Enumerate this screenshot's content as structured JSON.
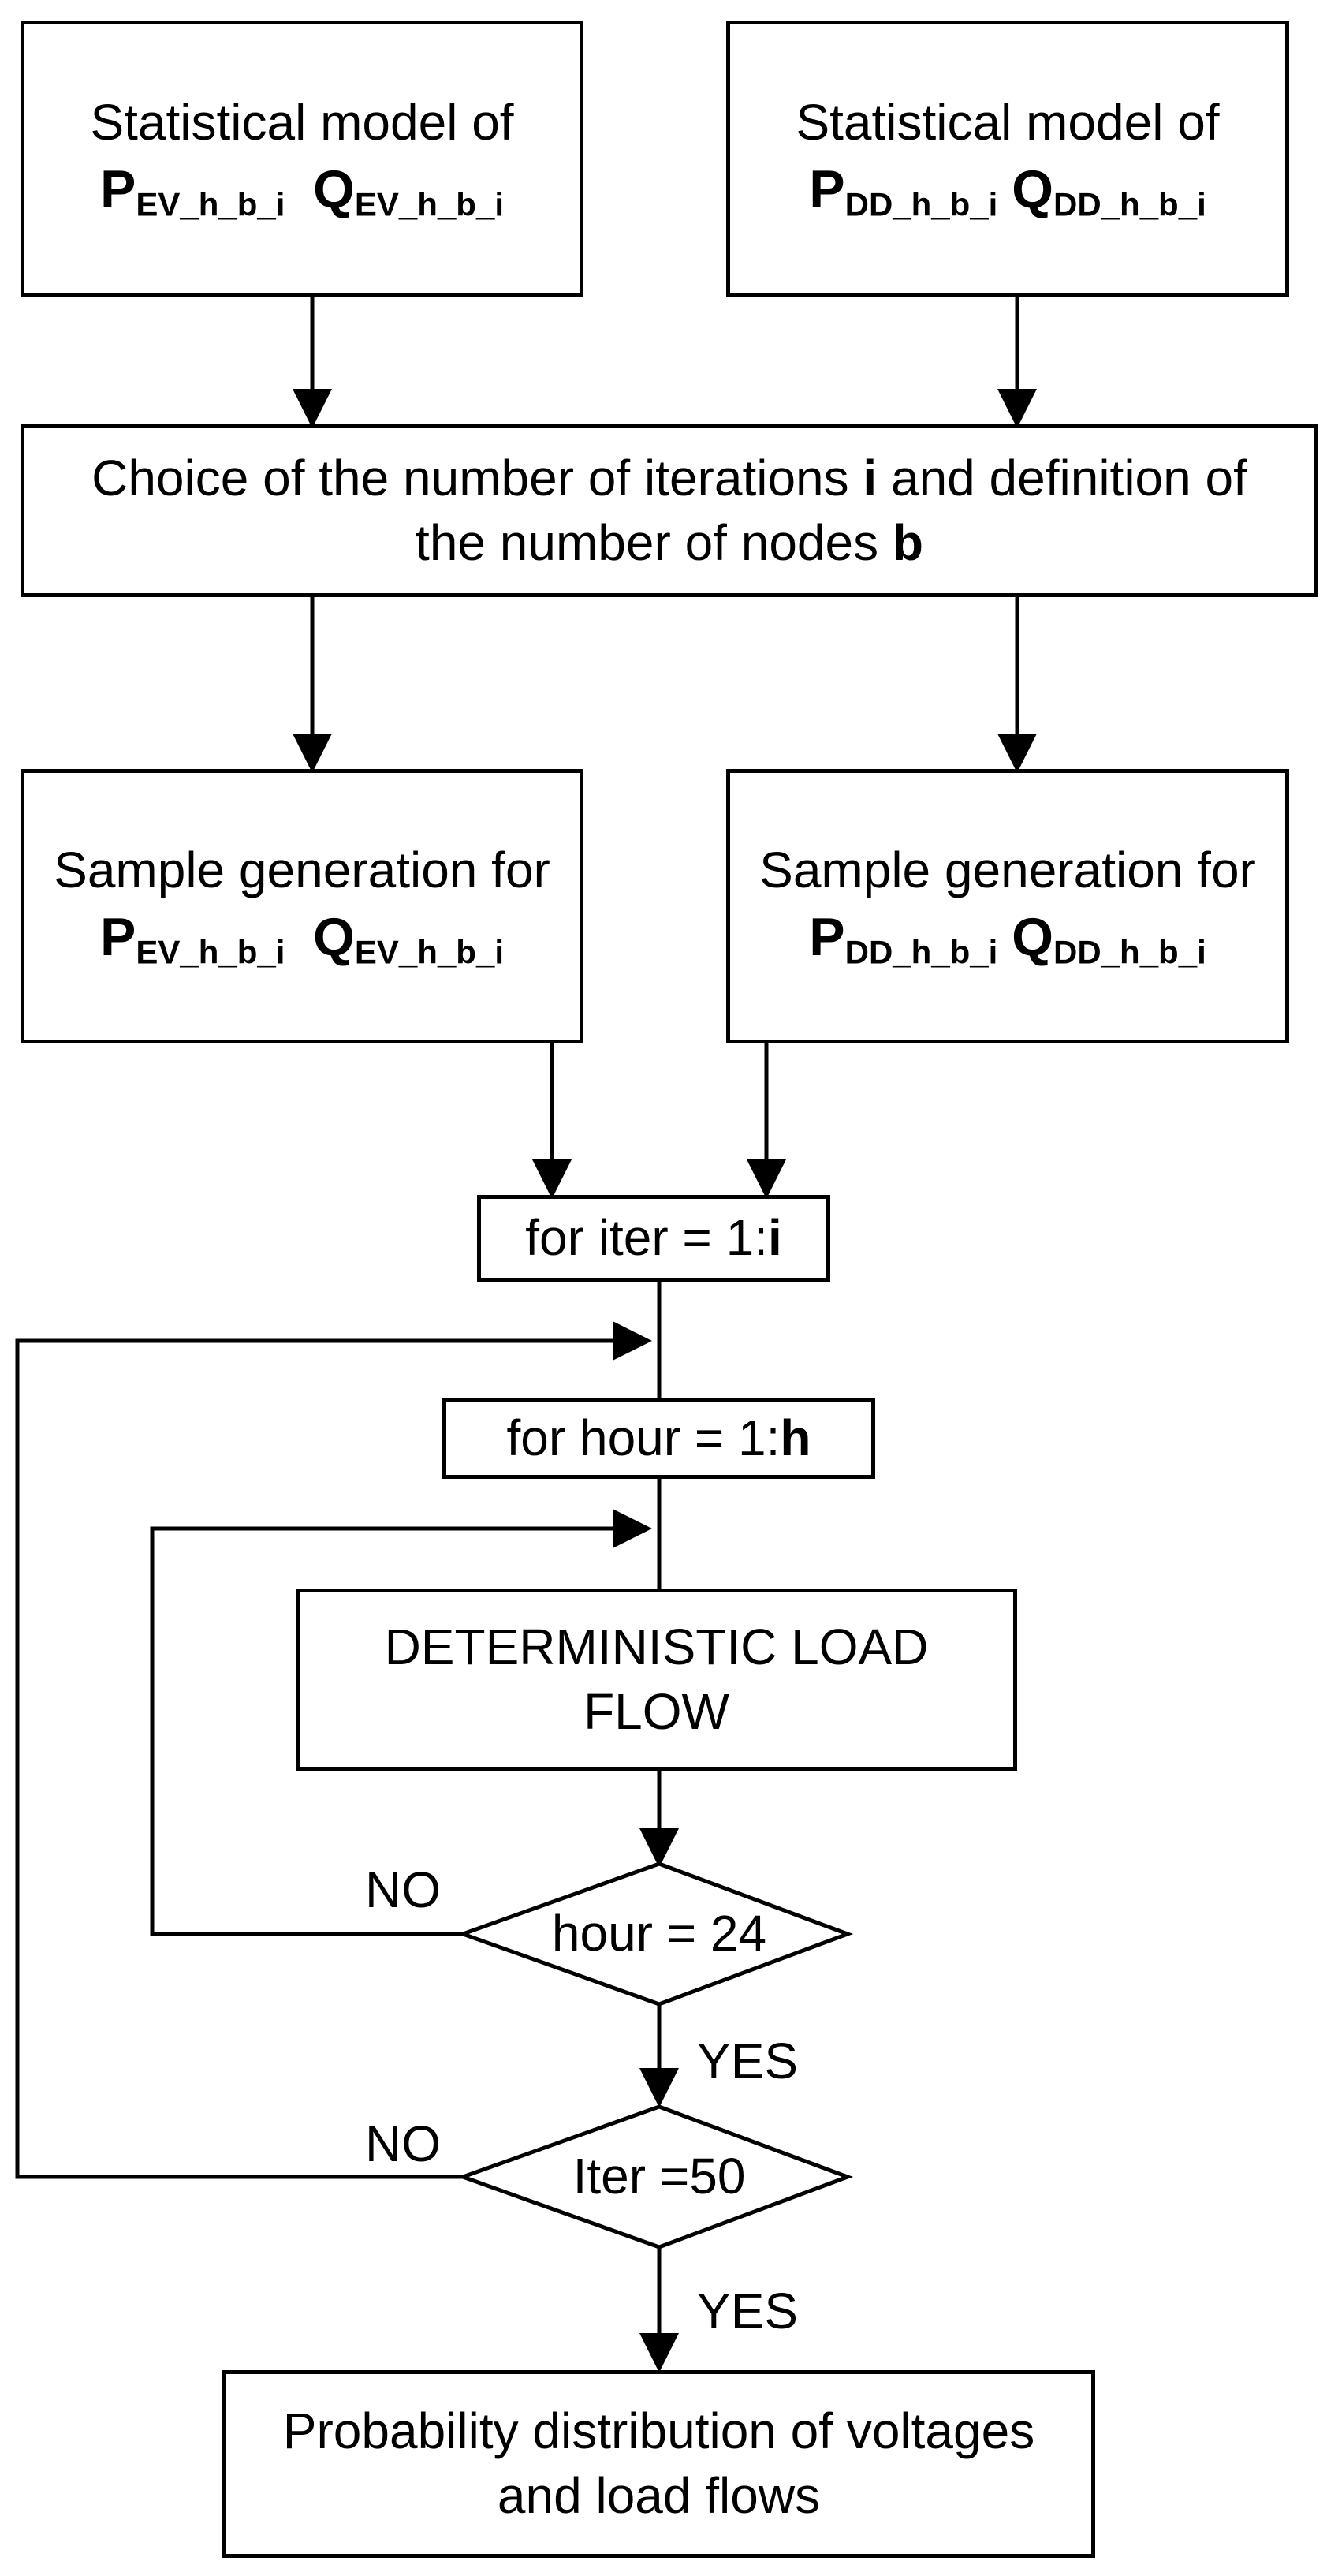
{
  "boxes": {
    "stat_ev": {
      "line1": "Statistical model of",
      "p": "P",
      "p_sub": "EV_h_b_i",
      "q": "Q",
      "q_sub": "EV_h_b_i"
    },
    "stat_dd": {
      "line1": "Statistical model of",
      "p": "P",
      "p_sub": "DD_h_b_i",
      "q": "Q",
      "q_sub": "DD_h_b_i"
    },
    "choice": {
      "pre": "Choice of the number of iterations ",
      "i": "i",
      "mid": " and definition of",
      "line2": "the number of nodes ",
      "b": "b"
    },
    "sample_ev": {
      "line1": "Sample generation for",
      "p": "P",
      "p_sub": "EV_h_b_i",
      "q": "Q",
      "q_sub": "EV_h_b_i"
    },
    "sample_dd": {
      "line1": "Sample generation for",
      "p": "P",
      "p_sub": "DD_h_b_i",
      "q": "Q",
      "q_sub": "DD_h_b_i"
    },
    "for_iter": {
      "text": "for iter = 1:",
      "var": "i"
    },
    "for_hour": {
      "text": "for hour = 1:",
      "var": "h"
    },
    "load_flow": {
      "line1": "DETERMINISTIC LOAD",
      "line2": "FLOW"
    },
    "result": {
      "line1": "Probability distribution of voltages",
      "line2": "and load flows"
    }
  },
  "decisions": {
    "hour": {
      "text": "hour = 24",
      "no": "NO",
      "yes": "YES"
    },
    "iter": {
      "text": "Iter =50",
      "no": "NO",
      "yes": "YES"
    }
  }
}
